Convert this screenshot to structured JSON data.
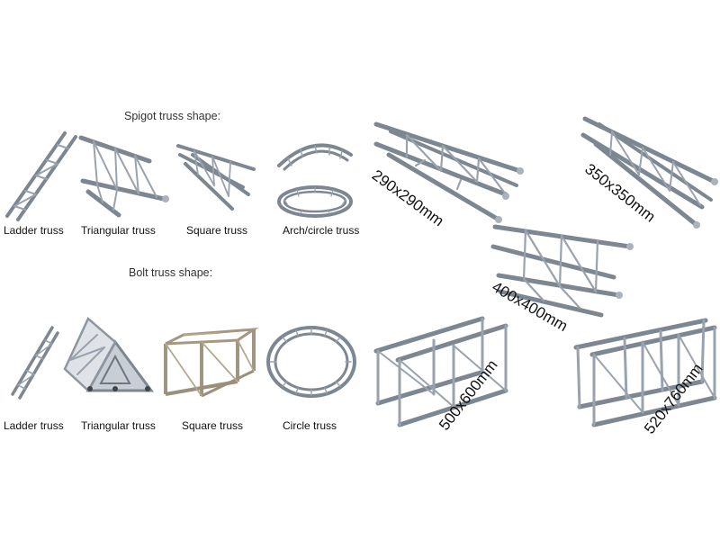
{
  "spigot": {
    "header": "Spigot truss shape:",
    "items": [
      "Ladder truss",
      "Triangular truss",
      "Square truss",
      "Arch/circle truss"
    ]
  },
  "bolt": {
    "header": "Bolt truss shape:",
    "items": [
      "Ladder truss",
      "Triangular truss",
      "Square truss",
      "Circle truss"
    ]
  },
  "sizes": [
    "290x290mm",
    "350x350mm",
    "400x400mm",
    "500x600mm",
    "520x760mm"
  ]
}
